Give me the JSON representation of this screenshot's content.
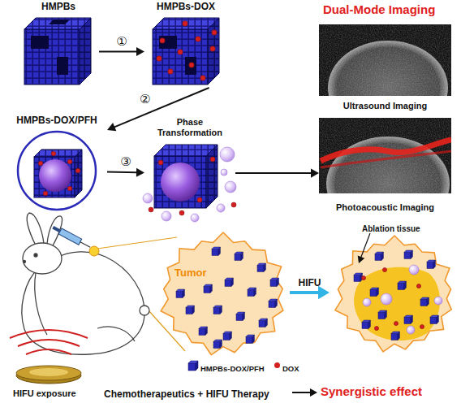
{
  "diagram": {
    "nodes": [
      {
        "text": [
          "HMPBs"
        ]
      },
      {
        "text": [
          "HMPBs-DOX"
        ]
      },
      {
        "text": [
          "HMPBs-DOX/PFH"
        ]
      },
      {
        "text": [
          "Phase Transformation"
        ]
      },
      {
        "text": [
          "Ultrasound Imaging"
        ]
      },
      {
        "text": [
          "Photoacoustic Imaging"
        ]
      },
      {
        "text": [
          "Tumor"
        ]
      },
      {
        "text": [
          "Ablation tissue"
        ]
      }
    ],
    "edges": [
      {
        "from": 0,
        "to": 1,
        "label": "①",
        "arrow": "to"
      },
      {
        "from": 1,
        "to": 2,
        "label": "②",
        "arrow": "to"
      },
      {
        "from": 2,
        "to": 3,
        "label": "③",
        "arrow": "to"
      },
      {
        "from": 3,
        "to": 5,
        "arrow": "to"
      },
      {
        "from": 6,
        "to": 7,
        "label": "HIFU",
        "arrow": "to"
      }
    ],
    "labels": [
      "Dual-Mode Imaging",
      "HIFU exposure",
      "Chemotherapeutics + HIFU Therapy",
      "Synergistic effect"
    ],
    "legend": [
      {
        "text": "HMPBs-DOX/PFH"
      },
      {
        "text": "DOX",
        "color": "#d42020"
      }
    ]
  }
}
